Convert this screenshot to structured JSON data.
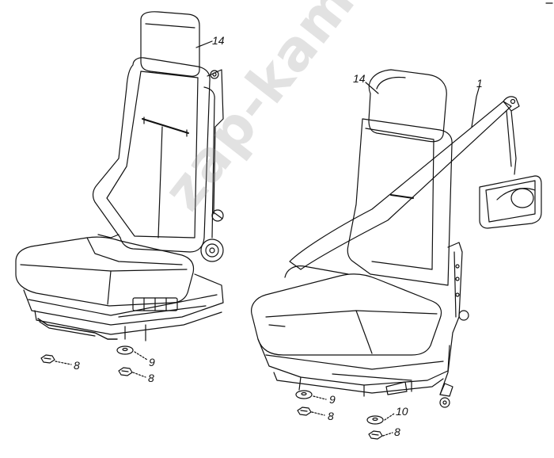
{
  "watermark": "zap-kam.ru",
  "callouts": [
    {
      "id": "c14a",
      "text": "14"
    },
    {
      "id": "c9a",
      "text": "9"
    },
    {
      "id": "c8a",
      "text": "8"
    },
    {
      "id": "c8b",
      "text": "8"
    },
    {
      "id": "c14b",
      "text": "14"
    },
    {
      "id": "c1",
      "text": "1"
    },
    {
      "id": "c9b",
      "text": "9"
    },
    {
      "id": "c8c",
      "text": "8"
    },
    {
      "id": "c10",
      "text": "10"
    },
    {
      "id": "c8d",
      "text": "8"
    }
  ],
  "colors": {
    "stroke": "#111111",
    "watermark": "#969696"
  }
}
